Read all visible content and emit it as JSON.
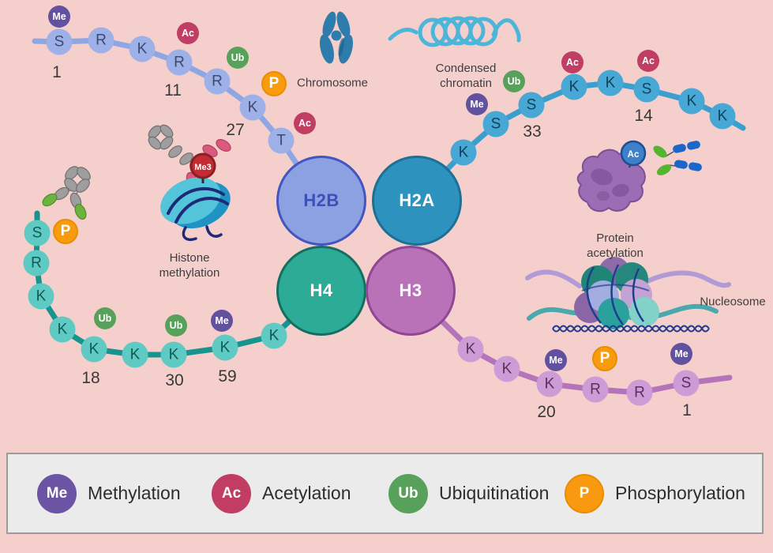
{
  "histones": {
    "h2b": "H2B",
    "h2a": "H2A",
    "h4": "H4",
    "h3": "H3"
  },
  "modifications": {
    "me": "Me",
    "ac": "Ac",
    "ub": "Ub",
    "p": "P",
    "me3": "Me3"
  },
  "tails": {
    "h2b": {
      "residues": [
        "S",
        "R",
        "K",
        "R",
        "R",
        "K",
        "T"
      ],
      "site_numbers": [
        "1",
        "11",
        "27"
      ]
    },
    "h2a": {
      "residues": [
        "K",
        "S",
        "S",
        "K",
        "K",
        "S",
        "K",
        "K"
      ],
      "site_numbers": [
        "33",
        "14"
      ]
    },
    "h4": {
      "residues": [
        "S",
        "R",
        "K",
        "K",
        "K",
        "K",
        "K",
        "K",
        "K"
      ],
      "site_numbers": [
        "18",
        "30",
        "59"
      ]
    },
    "h3": {
      "residues": [
        "K",
        "K",
        "K",
        "R",
        "R",
        "S"
      ],
      "site_numbers": [
        "20",
        "1"
      ]
    }
  },
  "captions": {
    "chromosome": "Chromosome",
    "condensed_chromatin": "Condensed chromatin",
    "histone_methylation": "Histone methylation",
    "protein_acetylation": "Protein acetylation",
    "nucleosome": "Nucleosome"
  },
  "legend": {
    "items": [
      {
        "abbr": "Me",
        "label": "Methylation",
        "color": "#6b54a4"
      },
      {
        "abbr": "Ac",
        "label": "Acetylation",
        "color": "#c23d63"
      },
      {
        "abbr": "Ub",
        "label": "Ubiquitination",
        "color": "#57a15b"
      },
      {
        "abbr": "P",
        "label": "Phosphorylation",
        "color": "#f8990f"
      }
    ]
  },
  "colors": {
    "background": "#f5cfcc",
    "h2b_fill": "#8ba1e2",
    "h2a_fill": "#2e92be",
    "h4_fill": "#2cab96",
    "h3_fill": "#b971b8",
    "h2b_tail": "#8fa6e4",
    "h2a_tail": "#3b9fce",
    "h4_tail": "#18948e",
    "h3_tail": "#b474bc",
    "me3_badge": "#c32c32"
  }
}
